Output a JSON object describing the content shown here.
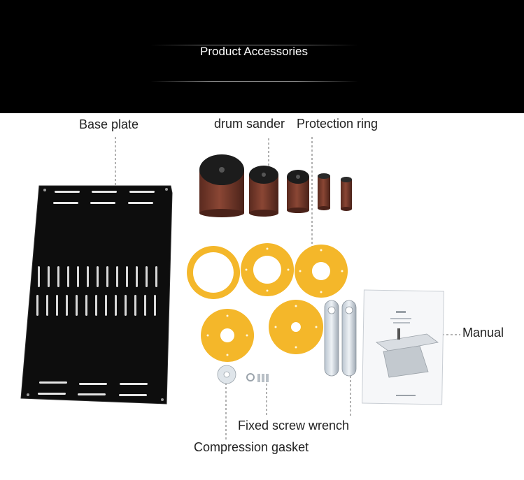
{
  "banner": {
    "title": "Product Accessories"
  },
  "labels": {
    "base_plate": "Base plate",
    "drum_sander": "drum sander",
    "protection_ring": "Protection ring",
    "manual": "Manual",
    "fixed_screw_wrench": "Fixed screw wrench",
    "compression_gasket": "Compression gasket"
  },
  "colors": {
    "banner_bg": "#000000",
    "plate": "#0b0b0b",
    "ring_yellow": "#f4b72a",
    "sanding_drum": "#7a3d2c"
  }
}
